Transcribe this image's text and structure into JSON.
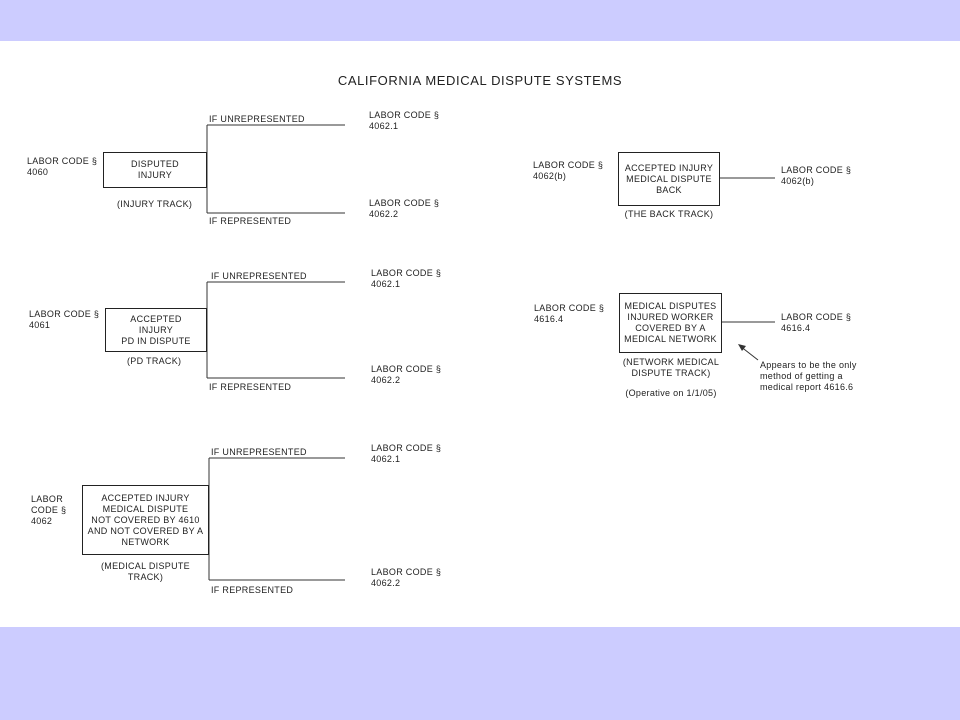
{
  "title": "CALIFORNIA MEDICAL DISPUTE SYSTEMS",
  "colors": {
    "slide_background": "#ccccff",
    "canvas": "#ffffff",
    "ink": "#222222"
  },
  "left_tracks": [
    {
      "label_lines": [
        "LABOR CODE §",
        "4060"
      ],
      "box_lines": "DISPUTED\nINJURY",
      "caption": "(INJURY TRACK)",
      "upper_branch": "IF UNREPRESENTED",
      "lower_branch": "IF REPRESENTED",
      "upper_target": [
        "LABOR CODE §",
        "4062.1"
      ],
      "lower_target": [
        "LABOR CODE §",
        "4062.2"
      ]
    },
    {
      "label_lines": [
        "LABOR CODE §",
        "4061"
      ],
      "box_lines": "ACCEPTED\nINJURY\nPD IN DISPUTE",
      "caption": "(PD TRACK)",
      "upper_branch": "IF UNREPRESENTED",
      "lower_branch": "IF REPRESENTED",
      "upper_target": [
        "LABOR CODE §",
        "4062.1"
      ],
      "lower_target": [
        "LABOR CODE §",
        "4062.2"
      ]
    },
    {
      "label_lines": [
        "LABOR",
        "CODE §",
        "4062"
      ],
      "box_lines": "ACCEPTED INJURY\nMEDICAL DISPUTE\nNOT COVERED BY 4610\nAND NOT COVERED BY A\nNETWORK",
      "caption_lines": [
        "(MEDICAL DISPUTE",
        "TRACK)"
      ],
      "upper_branch": "IF UNREPRESENTED",
      "lower_branch": "IF REPRESENTED",
      "upper_target": [
        "LABOR CODE §",
        "4062.1"
      ],
      "lower_target": [
        "LABOR CODE §",
        "4062.2"
      ]
    }
  ],
  "right_tracks": [
    {
      "label_lines": [
        "LABOR CODE §",
        "4062(b)"
      ],
      "box_lines": "ACCEPTED INJURY\nMEDICAL DISPUTE\nBACK",
      "caption": "(THE BACK TRACK)",
      "target": [
        "LABOR CODE §",
        "4062(b)"
      ]
    },
    {
      "label_lines": [
        "LABOR CODE §",
        "4616.4"
      ],
      "box_lines": "MEDICAL DISPUTES\nINJURED WORKER\nCOVERED BY A\nMEDICAL NETWORK",
      "caption_lines": [
        "(NETWORK MEDICAL",
        "DISPUTE TRACK)"
      ],
      "note": "(Operative on 1/1/05)",
      "target": [
        "LABOR CODE §",
        "4616.4"
      ],
      "annotation_lines": [
        "Appears to be the only",
        "method of getting a",
        "medical report 4616.6"
      ]
    }
  ]
}
